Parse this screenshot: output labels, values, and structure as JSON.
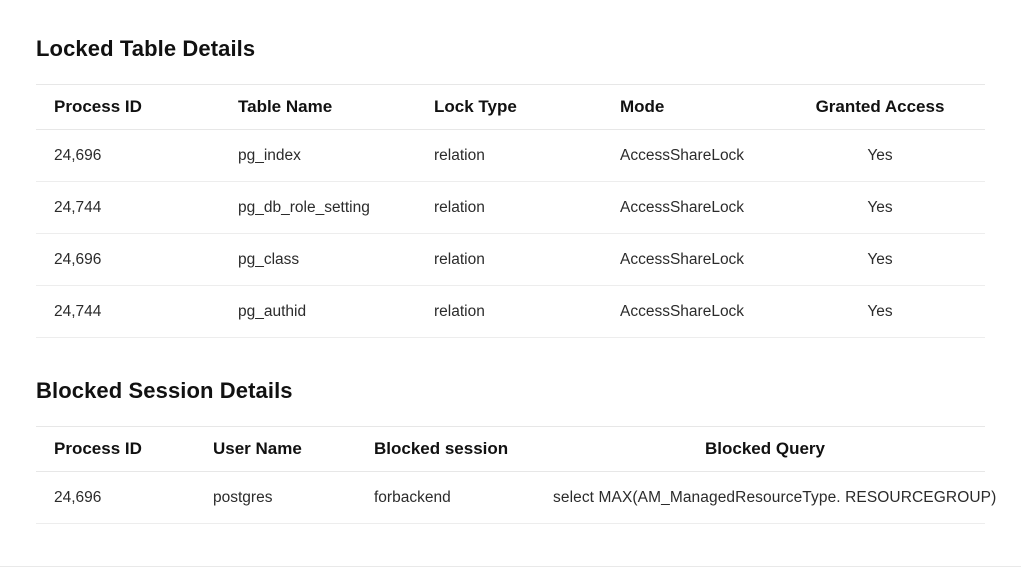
{
  "locked_section": {
    "title": "Locked Table Details",
    "columns": [
      "Process ID",
      "Table Name",
      "Lock Type",
      "Mode",
      "Granted Access"
    ],
    "rows": [
      [
        "24,696",
        "pg_index",
        "relation",
        "AccessShareLock",
        "Yes"
      ],
      [
        "24,744",
        "pg_db_role_setting",
        "relation",
        "AccessShareLock",
        "Yes"
      ],
      [
        "24,696",
        "pg_class",
        "relation",
        "AccessShareLock",
        "Yes"
      ],
      [
        "24,744",
        "pg_authid",
        "relation",
        "AccessShareLock",
        "Yes"
      ]
    ]
  },
  "blocked_section": {
    "title": "Blocked Session Details",
    "columns": [
      "Process ID",
      "User Name",
      "Blocked session",
      "Blocked Query"
    ],
    "rows": [
      [
        "24,696",
        "postgres",
        "forbackend",
        "select MAX(AM_ManagedResourceType. RESOURCEGROUP)"
      ]
    ]
  },
  "colors": {
    "heading_text": "#111111",
    "cell_text": "#2b2b2b",
    "divider": "#e7e7e7",
    "background": "#ffffff"
  }
}
